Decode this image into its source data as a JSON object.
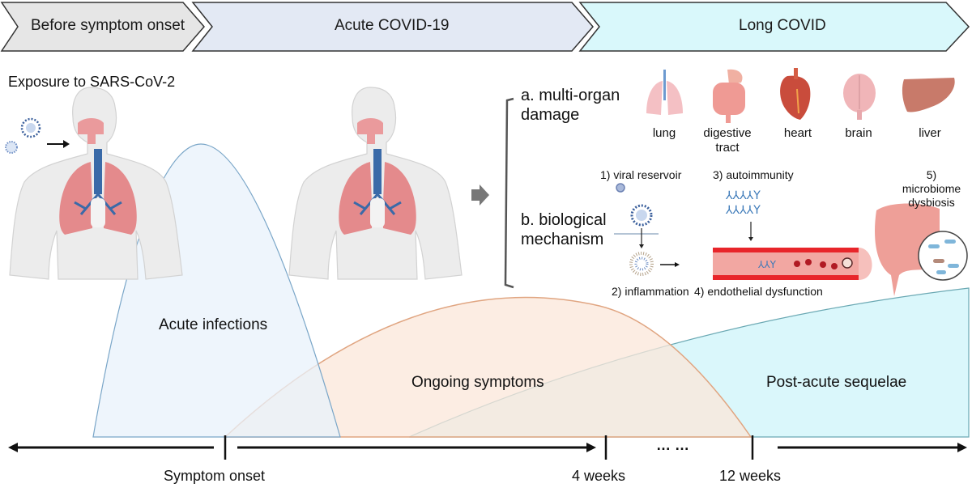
{
  "phases": [
    {
      "label": "Before symptom onset",
      "color": "#e6e6e6"
    },
    {
      "label": "Acute COVID-19",
      "color": "#e3e9f4"
    },
    {
      "label": "Long COVID",
      "color": "#d9f8fb"
    }
  ],
  "exposure": {
    "label": "Exposure to SARS-CoV-2"
  },
  "long_covid": {
    "multi_organ": {
      "label": "a. multi-organ damage",
      "organs": [
        "lung",
        "digestive tract",
        "heart",
        "brain",
        "liver"
      ]
    },
    "biological": {
      "label": "b. biological mechanism",
      "mechanisms": [
        "1) viral reservoir",
        "2) inflammation",
        "3) autoimmunity",
        "4) endothelial dysfunction",
        "5) microbiome dysbiosis"
      ]
    }
  },
  "curves": [
    {
      "label": "Acute infections",
      "fill": "#e8f1fb",
      "stroke": "#7aa6c8"
    },
    {
      "label": "Ongoing symptoms",
      "fill": "#fbe7da",
      "stroke": "#e0a581"
    },
    {
      "label": "Post-acute sequelae",
      "fill": "#d4f6fa",
      "stroke": "#6aa8b3"
    }
  ],
  "timeline": {
    "markers": [
      "Symptom onset",
      "4 weeks",
      "12 weeks"
    ],
    "ellipsis": "… …"
  }
}
